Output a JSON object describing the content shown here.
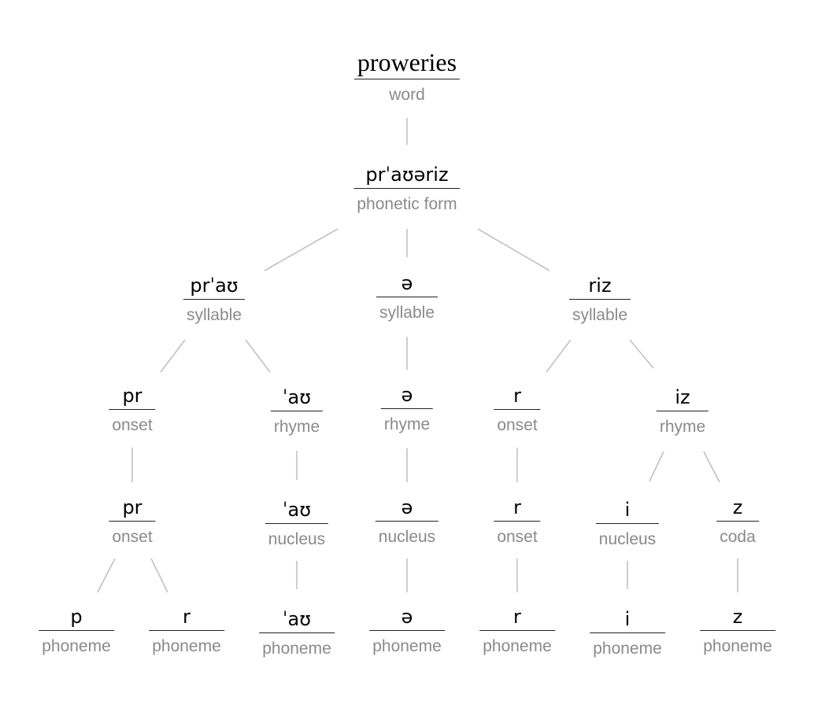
{
  "nodes": [
    {
      "value": "proweries",
      "label": "word"
    },
    {
      "value": "prˈaʊəriz",
      "label": "phonetic form"
    },
    {
      "value": "prˈaʊ",
      "label": "syllable"
    },
    {
      "value": "ə",
      "label": "syllable"
    },
    {
      "value": "riz",
      "label": "syllable"
    },
    {
      "value": "pr",
      "label": "onset"
    },
    {
      "value": "ˈaʊ",
      "label": "rhyme"
    },
    {
      "value": "ə",
      "label": "rhyme"
    },
    {
      "value": "r",
      "label": "onset"
    },
    {
      "value": "iz",
      "label": "rhyme"
    },
    {
      "value": "pr",
      "label": "onset"
    },
    {
      "value": "ˈaʊ",
      "label": "nucleus"
    },
    {
      "value": "ə",
      "label": "nucleus"
    },
    {
      "value": "r",
      "label": "onset"
    },
    {
      "value": "i",
      "label": "nucleus"
    },
    {
      "value": "z",
      "label": "coda"
    },
    {
      "value": "p",
      "label": "phoneme"
    },
    {
      "value": "r",
      "label": "phoneme"
    },
    {
      "value": "ˈaʊ",
      "label": "phoneme"
    },
    {
      "value": "ə",
      "label": "phoneme"
    },
    {
      "value": "r",
      "label": "phoneme"
    },
    {
      "value": "i",
      "label": "phoneme"
    },
    {
      "value": "z",
      "label": "phoneme"
    }
  ]
}
